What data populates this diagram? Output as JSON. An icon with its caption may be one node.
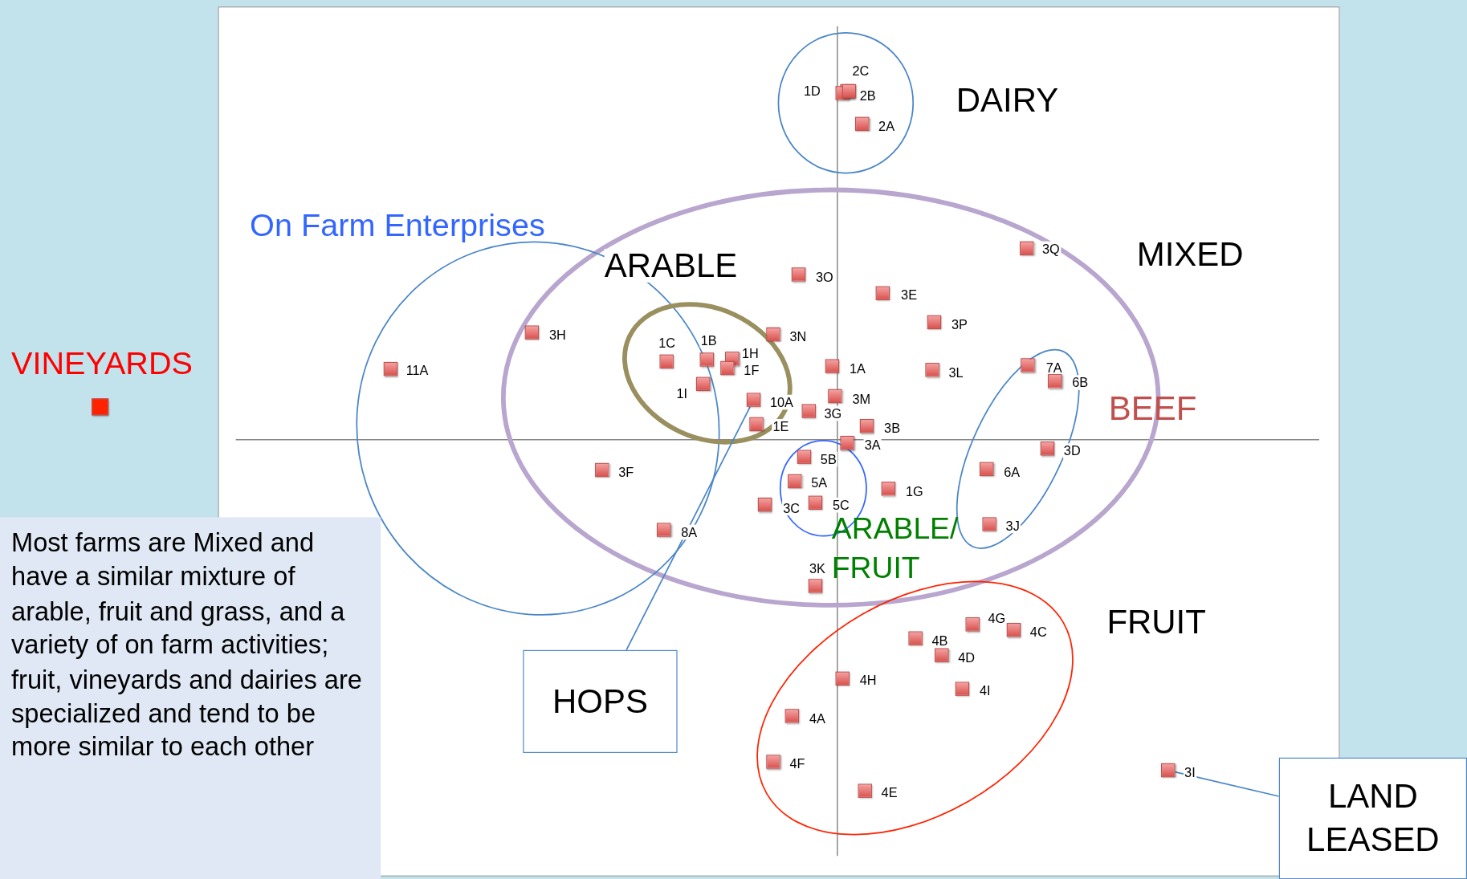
{
  "diagram": {
    "nodes": [
      {
        "text": [],
        "shape": "box",
        "beside": [
          "10A"
        ]
      },
      {
        "text": [
          "Most farms are Mixed and have a similar mixture of arable, fruit and grass, and a variety of on farm activities; fruit, vineyards and dairies are specialized and tend to be more similar to each other"
        ]
      },
      {
        "text": [
          "HOPS"
        ]
      },
      {
        "text": [
          "LAND LEASED"
        ]
      },
      {
        "text": [],
        "shape": "box",
        "beside": [
          "3I"
        ]
      }
    ],
    "edges": [
      {
        "from": 2,
        "to": 0,
        "arrow": "none"
      },
      {
        "from": 3,
        "to": 4,
        "arrow": "none"
      }
    ],
    "labels": [
      "On Farm Enterprises",
      "DAIRY",
      "2C",
      "1D",
      "2B",
      "2A",
      "ARABLE",
      "MIXED",
      "3Q",
      "3O",
      "3E",
      "VINEYARDS",
      "3H",
      "3N",
      "3P",
      "1C",
      "1B",
      "1H",
      "11A",
      "1F",
      "1A",
      "3L",
      "7A",
      "6B",
      "1I",
      "3M",
      "BEEF",
      "3G",
      "1E",
      "3B",
      "3A",
      "3D",
      "5B",
      "3F",
      "6A",
      "5A",
      "1G",
      "3C",
      "5C",
      "ARABLE/ FRUIT",
      "3J",
      "8A",
      "3K",
      "4G",
      "FRUIT",
      "4C",
      "4B",
      "4D",
      "4H",
      "4I",
      "4A",
      "4F",
      "4E"
    ]
  }
}
